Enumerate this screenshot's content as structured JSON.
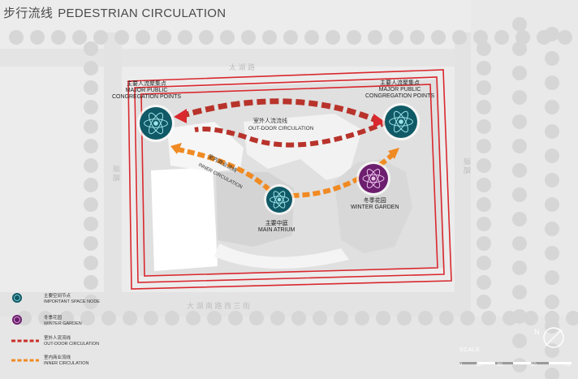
{
  "title": {
    "cn": "步行流线",
    "en": "PEDESTRIAN CIRCULATION"
  },
  "nodes": [
    {
      "id": "major-left",
      "cn": "主要人流聚集点",
      "en1": "MAJOR PUBLIC",
      "en2": "CONGREGATION POINTS"
    },
    {
      "id": "major-right",
      "cn": "主要人流聚集点",
      "en1": "MAJOR PUBLIC",
      "en2": "CONGREGATION POINTS"
    },
    {
      "id": "atrium",
      "cn": "主要中庭",
      "en1": "MAIN ATRIUM"
    },
    {
      "id": "winter",
      "cn": "冬季花园",
      "en1": "WINTER GARDEN"
    }
  ],
  "path_labels": {
    "outdoor": {
      "cn": "室外人流流线",
      "en": "OUT-DOOR CIRCULATION"
    },
    "inner": {
      "cn": "室内商业流线",
      "en": "INNER CIRCULATION"
    }
  },
  "street_chars": {
    "top": "太 湖 路",
    "left": "湖 路",
    "right": "湖 路",
    "bottom": "大 湖 南 路 西 三 街"
  },
  "legend": [
    {
      "kind": "node-teal",
      "cn": "主要空间节点",
      "en": "IMPORTANT SPACE NODE"
    },
    {
      "kind": "node-purple",
      "cn": "冬季花园",
      "en": "WINTER GARDEN"
    },
    {
      "kind": "line-red",
      "cn": "室外人流流线",
      "en": "OUT-DOOR CIRCULATION"
    },
    {
      "kind": "line-orange",
      "cn": "室内商业流线",
      "en": "INNER CIRCULATION"
    }
  ],
  "scale": {
    "label": "SCALE",
    "ticks": [
      "0",
      "10",
      "30",
      "50",
      "70"
    ]
  },
  "colors": {
    "teal": "#0f5a66",
    "teal_light": "#9fe3ea",
    "purple": "#6d1e6e",
    "red": "#d9282e",
    "orange": "#f08a22",
    "dark_red": "#b8332b"
  }
}
